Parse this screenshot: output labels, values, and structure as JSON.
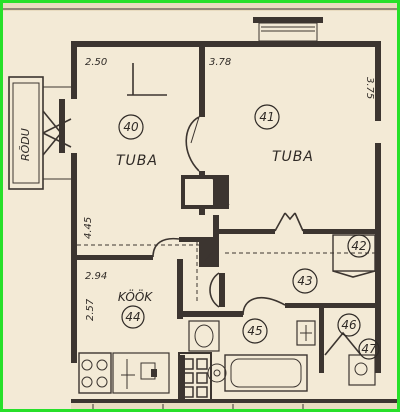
{
  "rooms": {
    "r40": {
      "number": "40",
      "label": "TUBA"
    },
    "r41": {
      "number": "41",
      "label": "TUBA"
    },
    "r42": {
      "number": "42"
    },
    "r43": {
      "number": "43"
    },
    "r44": {
      "number": "44",
      "label": "KÖÖK"
    },
    "r45": {
      "number": "45"
    },
    "r46": {
      "number": "46"
    },
    "r47": {
      "number": "47"
    },
    "rodu": {
      "label": "RÕDU"
    }
  },
  "dimensions": {
    "d250": "2.50",
    "d378": "3.78",
    "d375": "3.75",
    "d445": "4.45",
    "d294": "2.94",
    "d257": "2.57"
  },
  "colors": {
    "paper": "#f3ead6",
    "ink": "#3c3530",
    "border": "#27e02a"
  }
}
